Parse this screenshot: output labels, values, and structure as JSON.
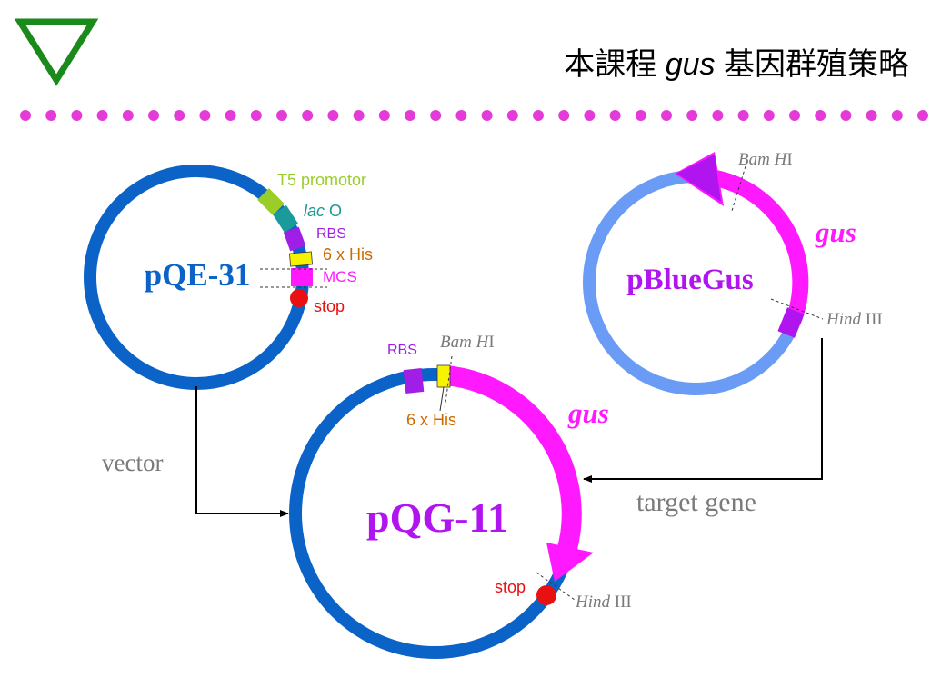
{
  "slide": {
    "title_prefix": "本課程",
    "title_gene": "gus",
    "title_suffix": "基因群殖策略",
    "colors": {
      "triangle": "#1a8a1a",
      "dots": "#e43ad8",
      "vector_ring": "#0b63c8",
      "pbluegus_ring": "#6a9cf5",
      "gus_arrow": "#ff19ff",
      "label_purple": "#a01ee6",
      "stop_red": "#e81010",
      "t5": "#9acd28",
      "laco": "#1a9a9a",
      "rbs": "#a01ee6",
      "his": "#f7f300",
      "mcs": "#ff19ff",
      "his_label": "#cc6a00",
      "gray_text": "#7a7a7a"
    }
  },
  "pqe31": {
    "name": "pQE-31",
    "t5_label": "T5 promotor",
    "lac_italic": "lac",
    "lac_rest": " O",
    "rbs_label": "RBS",
    "his_label": "6 x His",
    "mcs_label": "MCS",
    "stop_label": "stop"
  },
  "pbluegus": {
    "name": "pBlueGus",
    "gus_label": "gus",
    "bam_italic": "Bam H",
    "bam_rest": "I",
    "hind_italic": "Hind",
    "hind_rest": " III"
  },
  "pqg11": {
    "name": "pQG-11",
    "rbs_label": "RBS",
    "bam_italic": "Bam H",
    "bam_rest": "I",
    "his_label": "6 x His",
    "gus_label": "gus",
    "stop_label": "stop",
    "hind_italic": "Hind",
    "hind_rest": " III"
  },
  "flow": {
    "vector_label": "vector",
    "target_label": "target gene"
  }
}
